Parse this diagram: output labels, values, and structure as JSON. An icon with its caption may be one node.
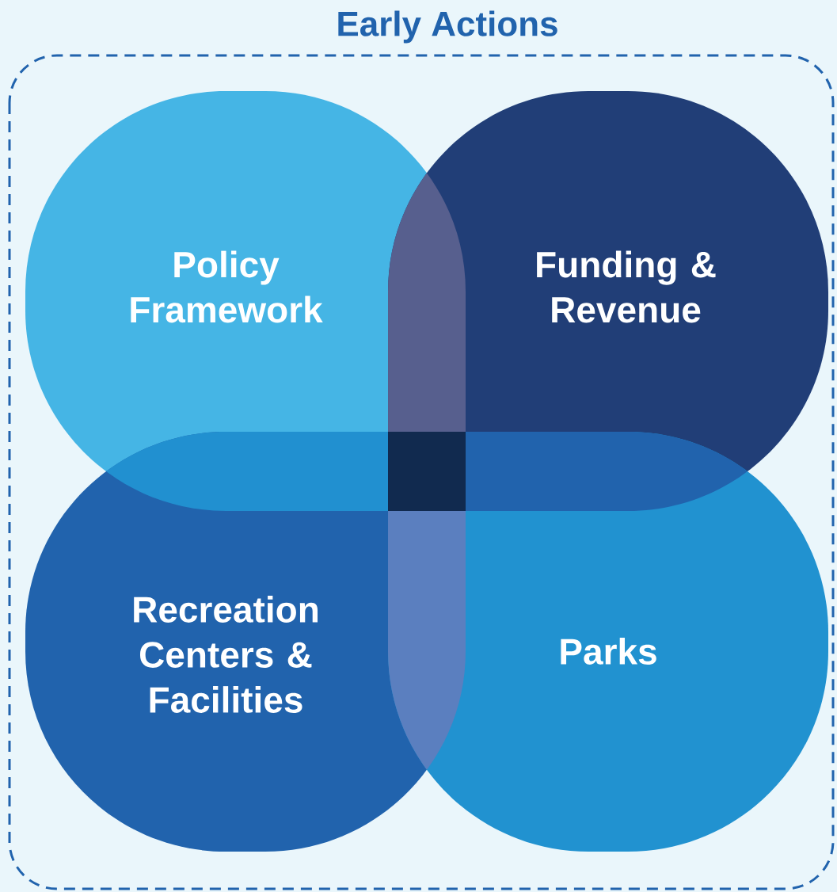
{
  "diagram": {
    "nodes": [
      {
        "text": [
          "Early Actions"
        ]
      },
      {
        "text": [
          "Policy Framework"
        ],
        "in": 0
      },
      {
        "text": [
          "Funding & Revenue"
        ],
        "in": 0
      },
      {
        "text": [
          "Recreation Centers & Facilities"
        ],
        "in": 0
      },
      {
        "text": [
          "Parks"
        ],
        "in": 0
      }
    ]
  }
}
